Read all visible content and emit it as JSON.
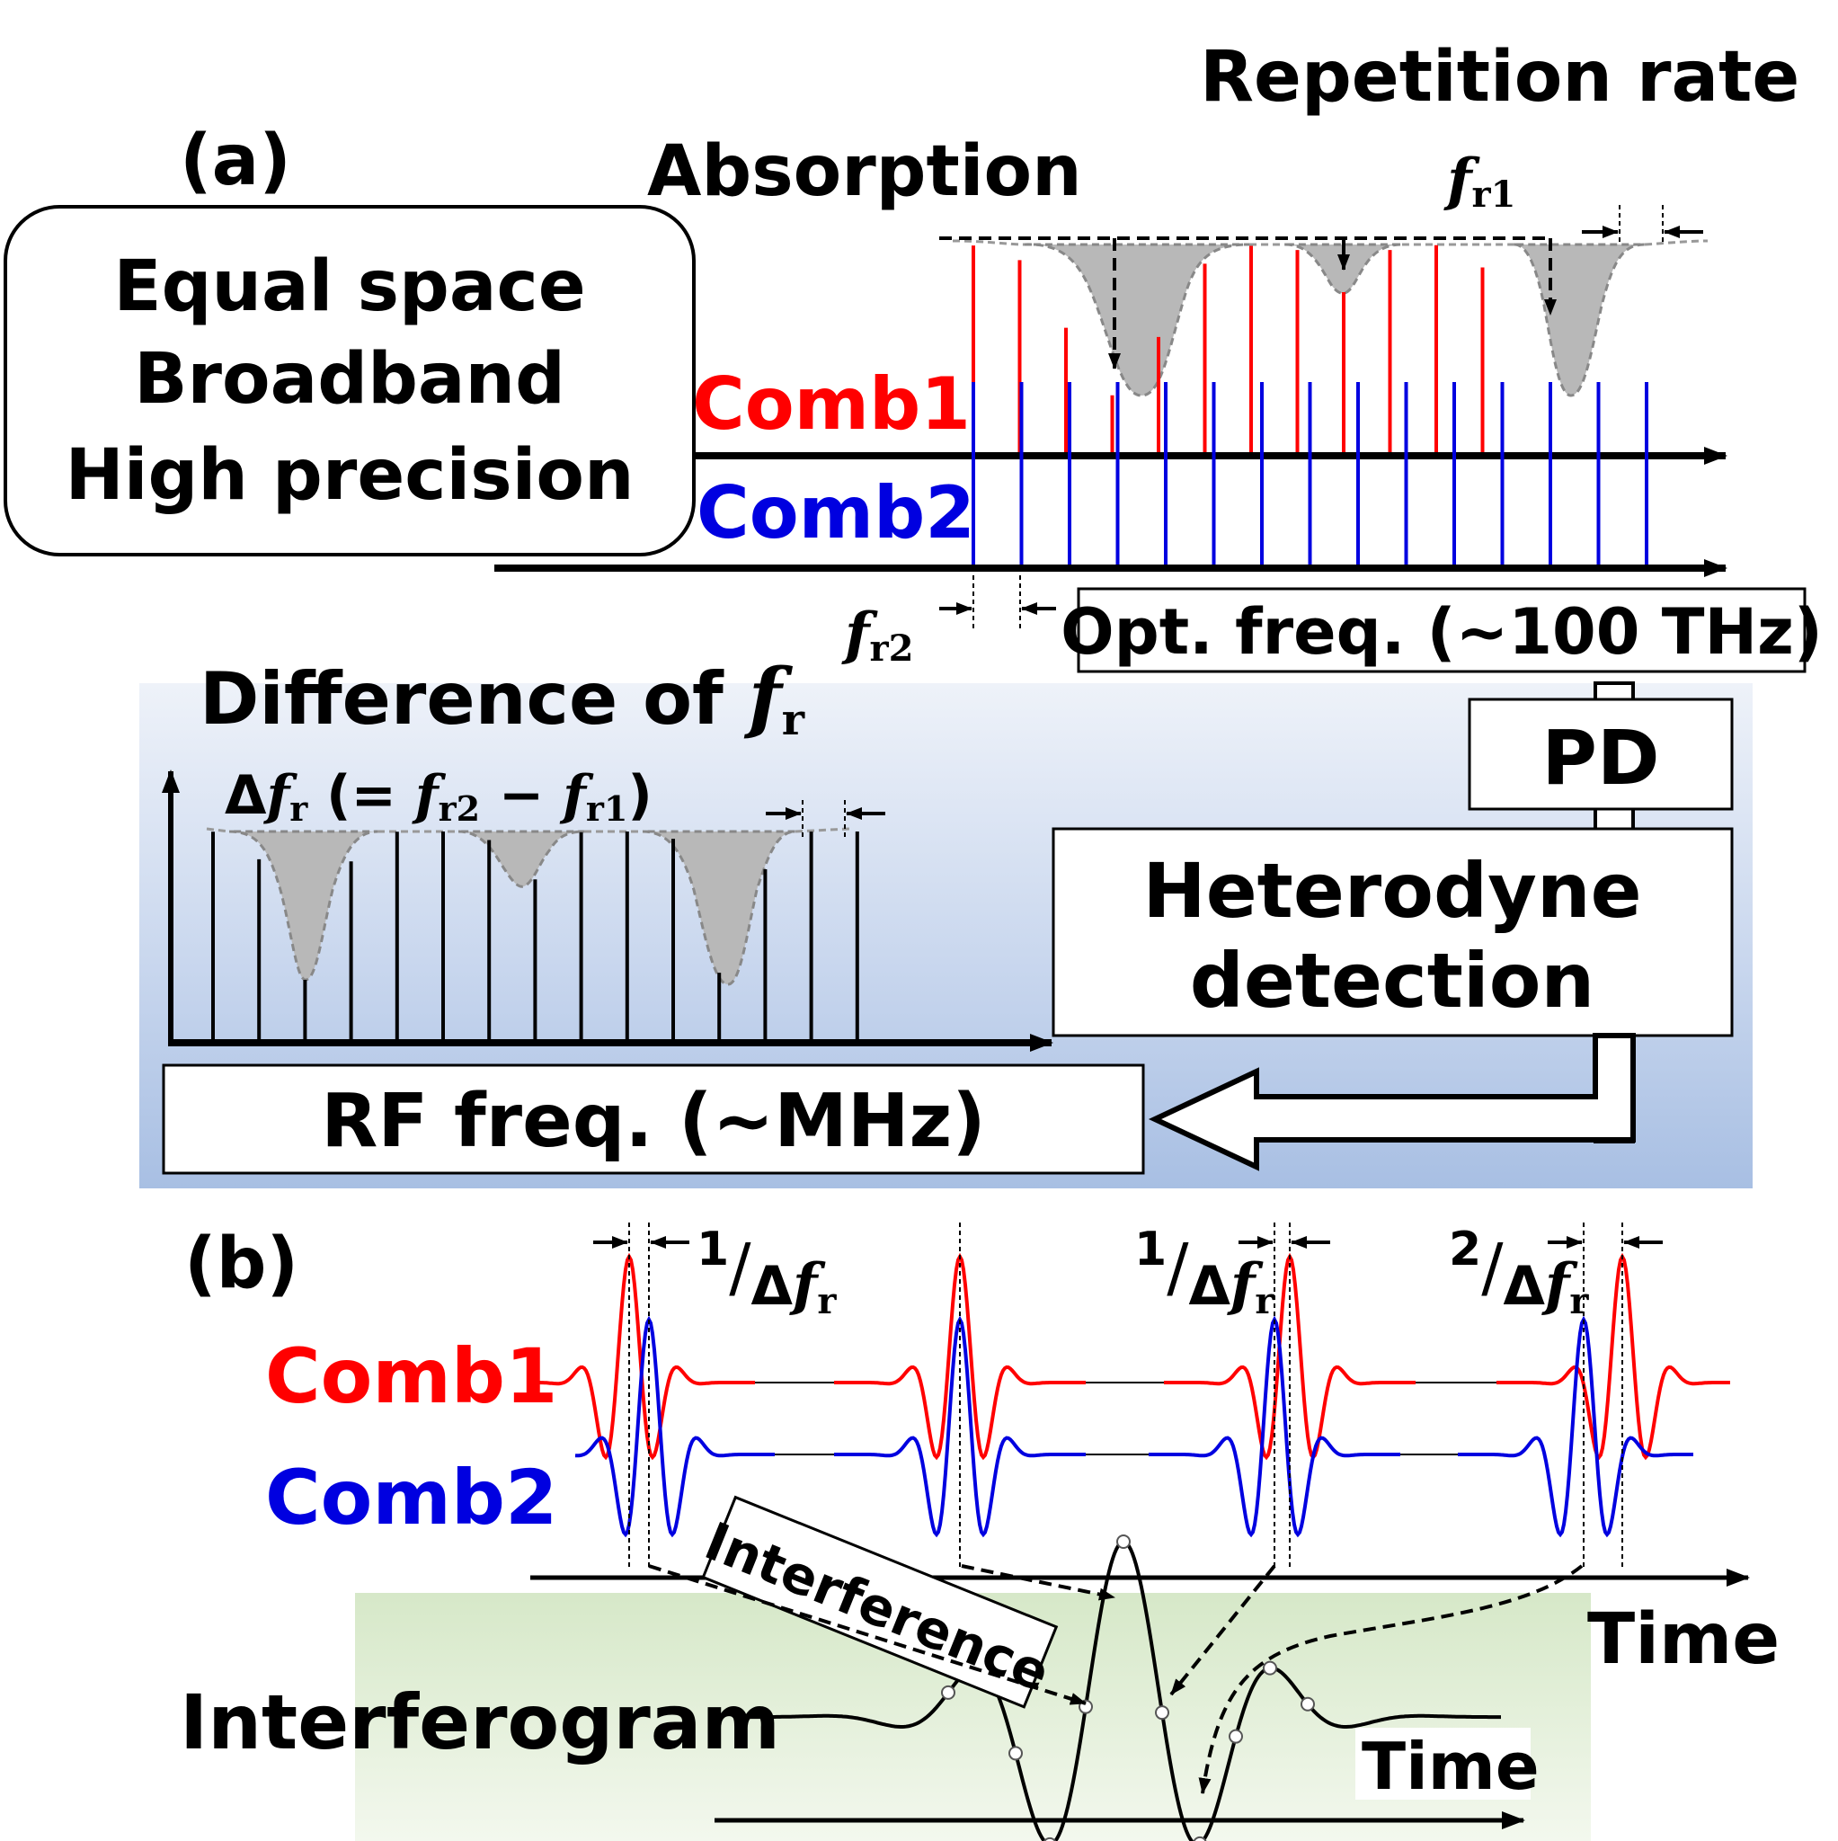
{
  "colors": {
    "comb1": "#ff0000",
    "comb2": "#0000e0",
    "absorption_fill": "#b8b8b8",
    "rf_panel": "#a8bfe3",
    "interferogram_panel": "#d6e8c8"
  },
  "panel_a": {
    "label": "(a)",
    "features": [
      "Equal space",
      "Broadband",
      "High precision"
    ],
    "absorption": "Absorption",
    "repetition_rate": "Repetition rate",
    "fr1": {
      "f": "f",
      "sub": "r1"
    },
    "fr2": {
      "f": "f",
      "sub": "r2"
    },
    "comb1": "Comb1",
    "comb2": "Comb2",
    "opt_freq": "Opt. freq. (~100 THz)",
    "pd": "PD",
    "heterodyne": [
      "Heterodyne",
      "detection"
    ],
    "difference": "Difference of ",
    "difference_fr": {
      "f": "f",
      "sub": "r"
    },
    "delta": {
      "a": "Δ",
      "f1": "f",
      "s1": "r",
      "eq": " (= ",
      "f2": "f",
      "s2": "r2",
      "minus": " − ",
      "f3": "f",
      "s3": "r1",
      "close": ")"
    },
    "rf_freq": "RF freq. (~MHz)"
  },
  "panel_b": {
    "label": "(b)",
    "comb1": "Comb1",
    "comb2": "Comb2",
    "time_labels": [
      {
        "num": "1",
        "slash": "/",
        "d": "Δ",
        "f": "f",
        "sub": "r"
      },
      {
        "num": "1",
        "slash": "/",
        "d": "Δ",
        "f": "f",
        "sub": "r"
      },
      {
        "num": "2",
        "slash": "/",
        "d": "Δ",
        "f": "f",
        "sub": "r"
      }
    ],
    "interference": "Interference",
    "interferogram": "Interferogram",
    "time": "Time",
    "time2": "Time"
  }
}
